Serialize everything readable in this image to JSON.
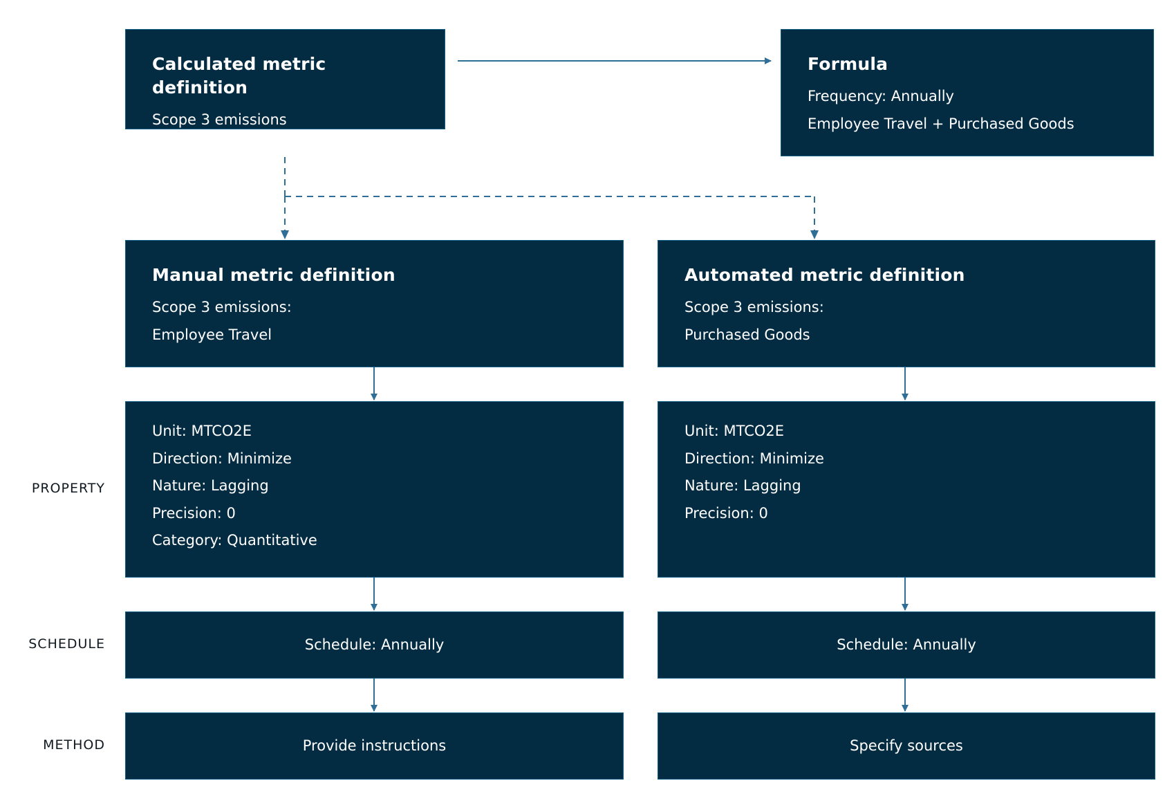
{
  "calculated": {
    "title": "Calculated metric definition",
    "subtitle": "Scope 3 emissions"
  },
  "formula": {
    "title": "Formula",
    "lines": [
      "Frequency: Annually",
      "Employee Travel + Purchased Goods"
    ]
  },
  "manual": {
    "title": "Manual metric definition",
    "lines": [
      "Scope 3 emissions:",
      "Employee Travel"
    ],
    "properties": [
      "Unit: MTCO2E",
      "Direction: Minimize",
      "Nature: Lagging",
      "Precision: 0",
      "Category: Quantitative"
    ],
    "schedule": "Schedule: Annually",
    "method": "Provide instructions"
  },
  "automated": {
    "title": "Automated metric definition",
    "lines": [
      "Scope 3 emissions:",
      "Purchased Goods"
    ],
    "properties": [
      "Unit: MTCO2E",
      "Direction: Minimize",
      "Nature: Lagging",
      "Precision: 0"
    ],
    "schedule": "Schedule: Annually",
    "method": "Specify sources"
  },
  "row_labels": {
    "property": "PROPERTY",
    "schedule": "SCHEDULE",
    "method": "METHOD"
  },
  "colors": {
    "box_fill": "#032c42",
    "box_border": "#0f5f86",
    "connector": "#2f6e96",
    "text": "#ffffff",
    "label_text": "#101820"
  }
}
